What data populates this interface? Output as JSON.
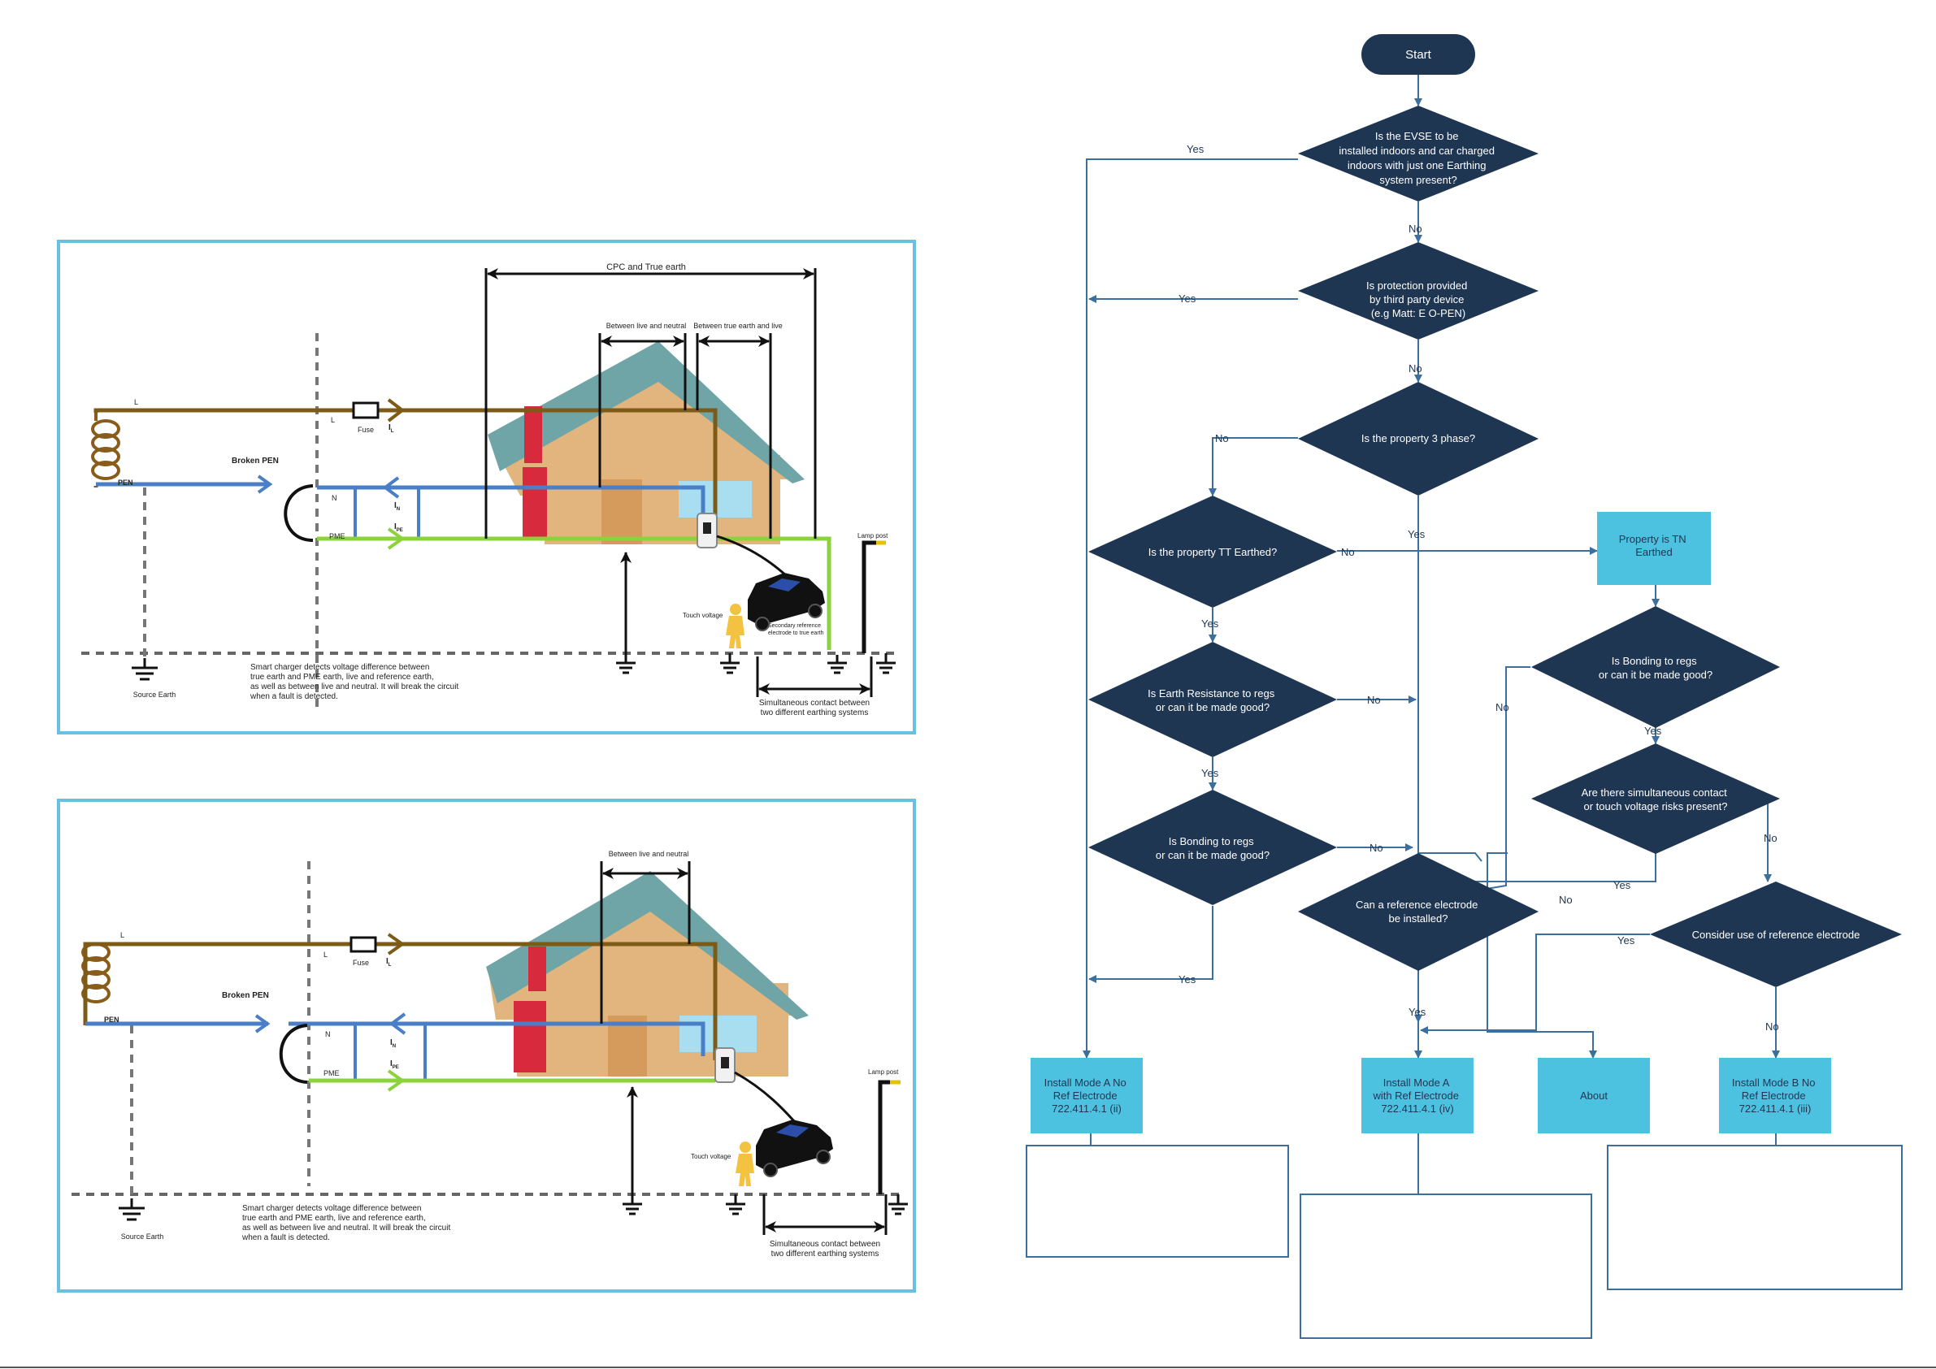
{
  "diagram_top": {
    "label_cpc": "CPC and True earth",
    "label_between_ln": "Between live and neutral",
    "label_between_tel": "Between true earth and live",
    "label_L_left": "L",
    "label_L": "L",
    "label_fuse": "Fuse",
    "label_IL": "I",
    "label_IL_sub": "L",
    "label_broken_pen": "Broken PEN",
    "label_pen": "PEN",
    "label_N": "N",
    "label_IN": "I",
    "label_IN_sub": "N",
    "label_IPE": "I",
    "label_IPE_sub": "PE",
    "label_pme": "PME",
    "label_lamp_post": "Lamp post",
    "label_touch_voltage": "Touch voltage",
    "label_secondary_ref_1": "Secondary reference",
    "label_secondary_ref_2": "electrode to true earth",
    "label_source_earth": "Source Earth",
    "desc_1": "Smart charger detects voltage difference between",
    "desc_2": "true earth and PME earth, live and reference earth,",
    "desc_3": "as well as between live and neutral. It will break the circuit",
    "desc_4": "when a fault is detected.",
    "simul_1": "Simultaneous contact between",
    "simul_2": "two different earthing systems"
  },
  "diagram_bottom": {
    "label_between_ln": "Between live and neutral",
    "label_L_left": "L",
    "label_L": "L",
    "label_fuse": "Fuse",
    "label_IL": "I",
    "label_IL_sub": "L",
    "label_broken_pen": "Broken PEN",
    "label_pen": "PEN",
    "label_N": "N",
    "label_IN": "I",
    "label_IN_sub": "N",
    "label_IPE": "I",
    "label_IPE_sub": "PE",
    "label_pme": "PME",
    "label_lamp_post": "Lamp post",
    "label_touch_voltage": "Touch voltage",
    "label_source_earth": "Source Earth",
    "desc_1": "Smart charger detects voltage difference between",
    "desc_2": "true earth and PME earth, live and reference earth,",
    "desc_3": "as well as between live and neutral. It will break the circuit",
    "desc_4": "when a fault is detected.",
    "simul_1": "Simultaneous contact between",
    "simul_2": "two different earthing systems"
  },
  "flowchart": {
    "start": "Start",
    "q_evse": [
      "Is the EVSE to be",
      "installed indoors and car charged",
      "indoors with just one Earthing",
      "system present?"
    ],
    "q_protection": [
      "Is protection provided",
      "by third party device",
      "(e.g Matt: E O-PEN)"
    ],
    "q_3phase": "Is the property 3 phase?",
    "q_tt": "Is the property TT Earthed?",
    "tn_box": [
      "Property is TN",
      "Earthed"
    ],
    "q_resistance": [
      "Is Earth Resistance to regs",
      "or can it be made good?"
    ],
    "q_bonding_left": [
      "Is Bonding to regs",
      "or can it be made good?"
    ],
    "q_bonding_right": [
      "Is Bonding to regs",
      "or can it be made good?"
    ],
    "q_simultaneous": [
      "Are there simultaneous contact",
      "or touch voltage risks present?"
    ],
    "q_ref_electrode": [
      "Can a reference electrode",
      "be installed?"
    ],
    "consider_ref": "Consider use of reference electrode",
    "r_mode_a_no": [
      "Install Mode A No",
      "Ref Electrode",
      "722.411.4.1 (ii)"
    ],
    "r_mode_a_with": [
      "Install Mode A",
      "with Ref Electrode",
      "722.411.4.1 (iv)"
    ],
    "r_about": "About",
    "r_mode_b_no": [
      "Install Mode B No",
      "Ref Electrode",
      "722.411.4.1 (iii)"
    ],
    "yes": "Yes",
    "no": "No"
  }
}
